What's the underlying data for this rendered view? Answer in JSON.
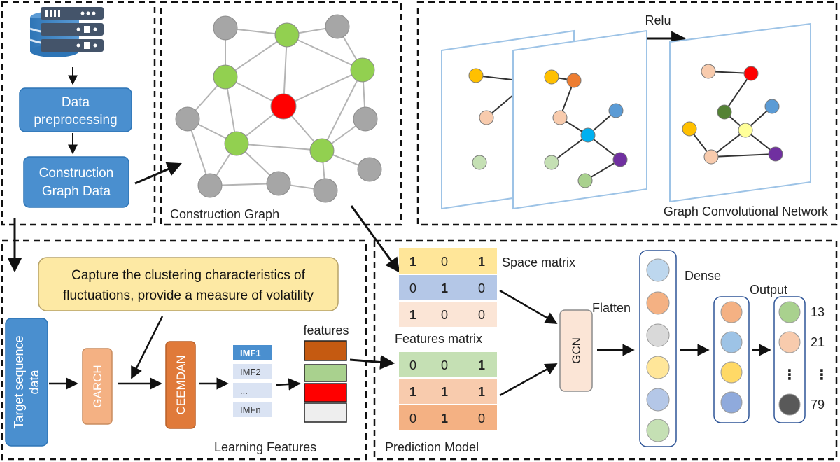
{
  "panels": {
    "data": {
      "preprocess_label": [
        "Data",
        "preprocessing"
      ],
      "construct_label": [
        "Construction",
        "Graph Data"
      ]
    },
    "graph": {
      "caption": "Construction Graph"
    },
    "gcn": {
      "caption": "Graph Convolutional Network",
      "relu_label": "Relu"
    },
    "features": {
      "note": [
        "Capture the clustering characteristics of",
        "fluctuations, provide a measure of volatility"
      ],
      "target_label": [
        "Target sequence",
        "data"
      ],
      "garch_label": "GARCH",
      "ceemdan_label": "CEEMDAN",
      "imf_items": [
        "IMF1",
        "IMF2",
        "...",
        "IMFn"
      ],
      "features_label": "features",
      "caption": "Learning Features"
    },
    "model": {
      "space_matrix_label": "Space matrix",
      "space_matrix": [
        [
          "1",
          "0",
          "1"
        ],
        [
          "0",
          "1",
          "0"
        ],
        [
          "1",
          "0",
          "0"
        ]
      ],
      "features_matrix_label": "Features matrix",
      "features_matrix": [
        [
          "0",
          "0",
          "1"
        ],
        [
          "1",
          "1",
          "1"
        ],
        [
          "0",
          "1",
          "0"
        ]
      ],
      "gcn_label": "GCN",
      "flatten_label": "Flatten",
      "dense_label": "Dense",
      "output_label": "Output",
      "output_values": [
        "13",
        "21",
        "⋮",
        "79"
      ],
      "caption": "Prediction Model"
    }
  },
  "colors": {
    "blue_box": "#4a8fcf",
    "garch": "#f4b183",
    "ceemdan": "#e07a3a",
    "note_fill": "#fde9a4",
    "gcn_box": "#fbe5d6",
    "node_green": "#92d050",
    "node_gray": "#a6a6a6",
    "node_red": "#ff0000"
  }
}
